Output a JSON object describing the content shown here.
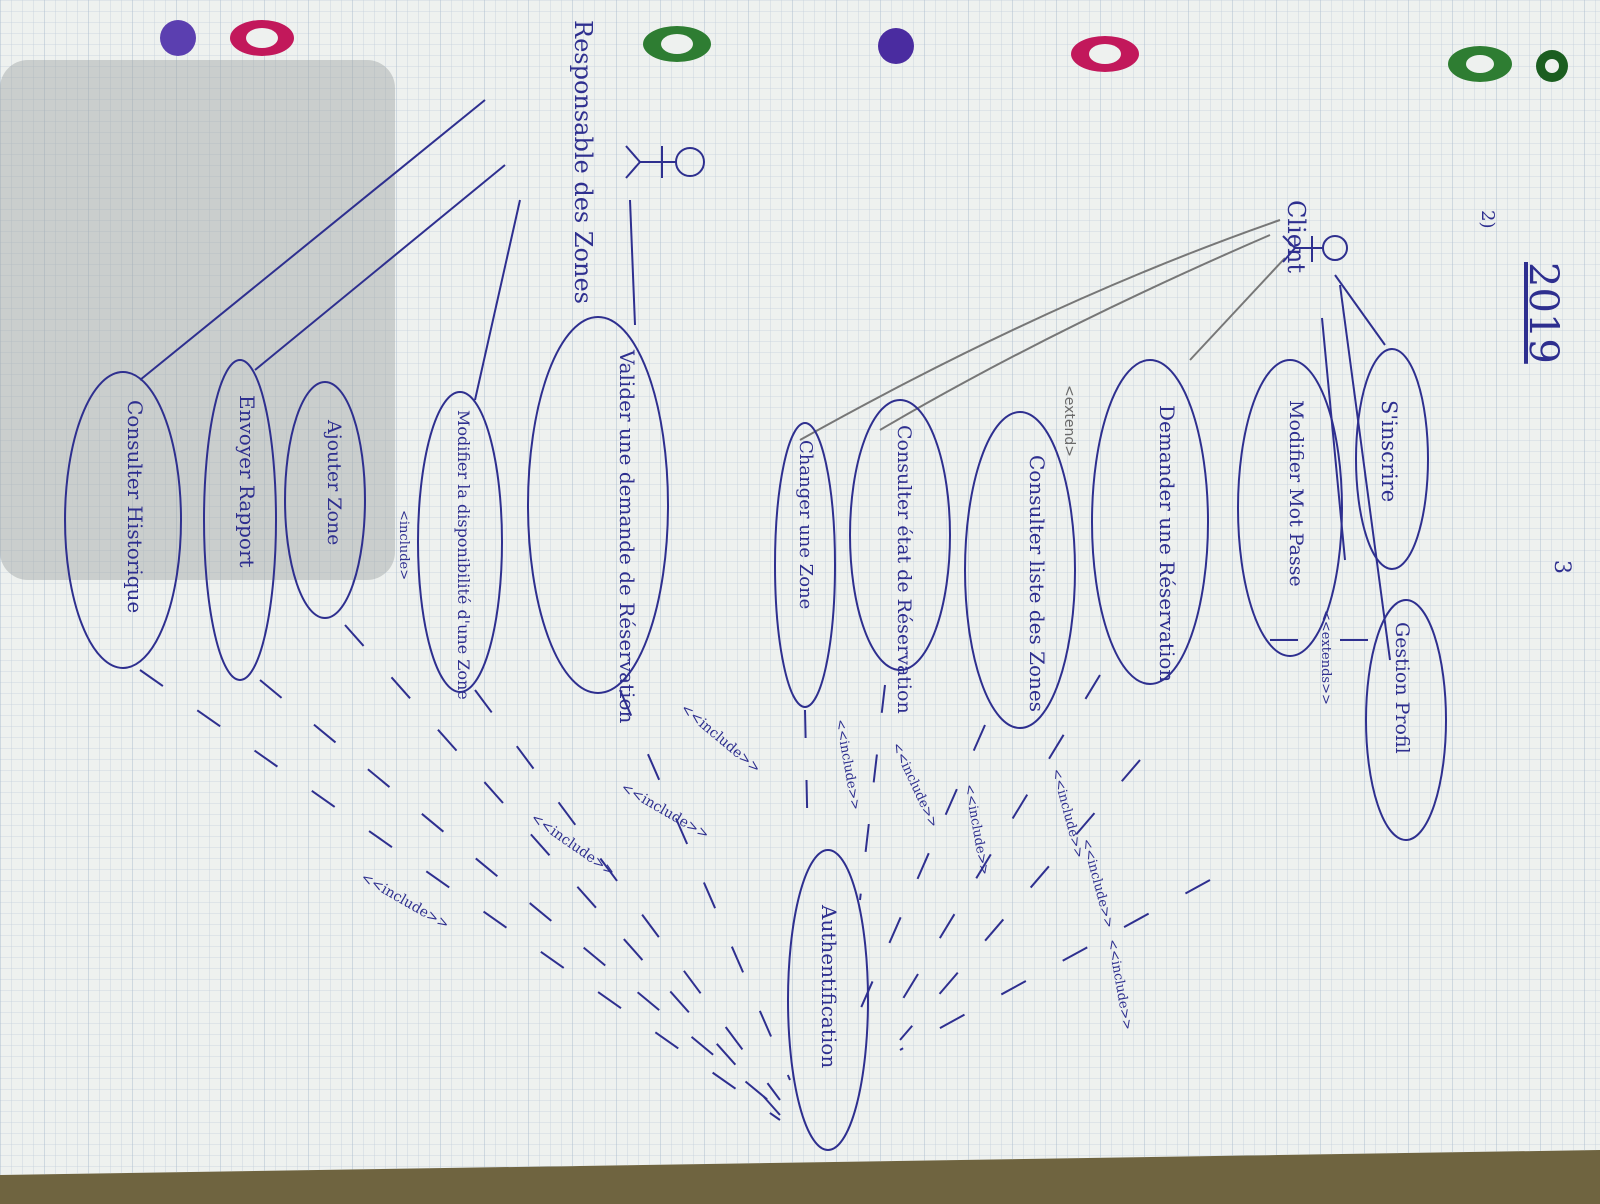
{
  "page": {
    "year": "2019",
    "page_number": "3",
    "question_number": "2)"
  },
  "actors": [
    {
      "id": "client",
      "label": "Client"
    },
    {
      "id": "responsable",
      "label": "Responsable des Zones"
    }
  ],
  "use_cases": {
    "sinscrire": "S'inscrire",
    "gestion_profil": "Gestion Profil",
    "mdp": "Modifier Mot Passe",
    "demande_reservation": "Demander une Réservation",
    "consulter_liste": "Consulter liste des Zones",
    "consulter_etat": "Consulter état de Réservation",
    "changer_zone": "Changer une Zone",
    "authentification": "Authentification",
    "valider": "Valider une demande de Réservation",
    "modifier_dispo": "Modifier la disponibilité d'une Zone",
    "ajouter_zone": "Ajouter Zone",
    "envoyer_rapport": "Envoyer Rapport",
    "consulter_historique": "Consulter Historique"
  },
  "stereotypes": {
    "extend": "<extend>",
    "extends": "<<extends>>",
    "include": "<<include>>",
    "include_alt": "<include>"
  },
  "colors": {
    "ink": "#2e2f8f",
    "pencil": "#6a6a6a",
    "paper": "#eef1ef",
    "grid": "#b9c6d4"
  }
}
